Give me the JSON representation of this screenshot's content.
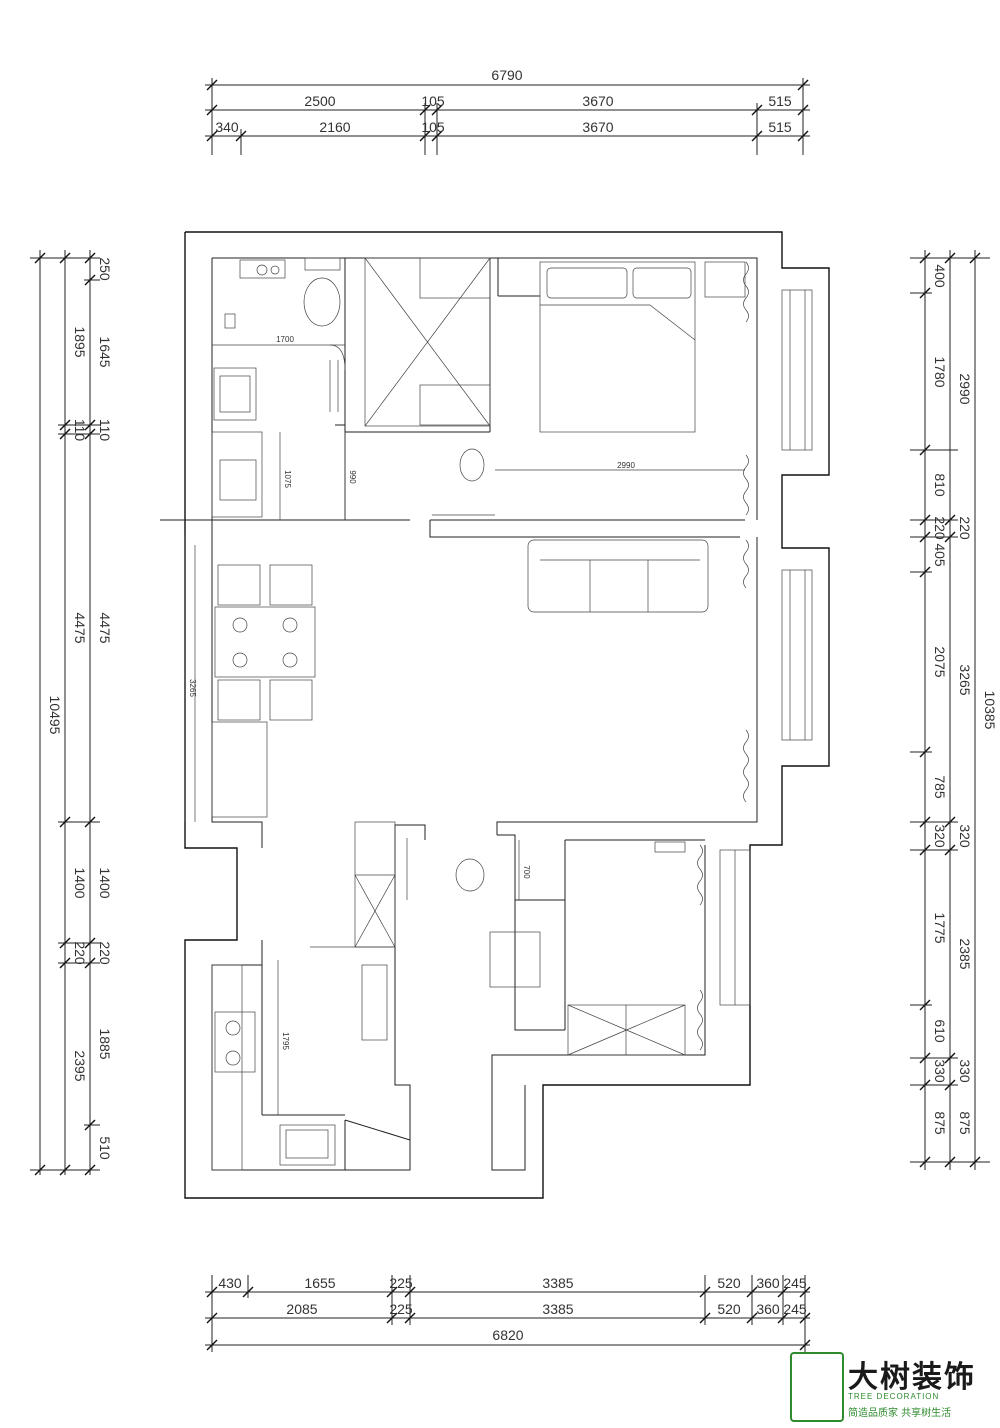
{
  "dims": {
    "top_total": "6790",
    "top_row1": [
      "2500",
      "105",
      "3670",
      "515"
    ],
    "top_row2": [
      "340",
      "2160",
      "105",
      "3670",
      "515"
    ],
    "bottom_row1": [
      "430",
      "1655",
      "225",
      "3385",
      "520",
      "360",
      "245"
    ],
    "bottom_row2": [
      "2085",
      "225",
      "3385",
      "520",
      "360",
      "245"
    ],
    "bottom_total": "6820",
    "left_outer": [
      "10495"
    ],
    "left_mid": [
      "1895",
      "110",
      "4475",
      "1400",
      "220",
      "2395"
    ],
    "left_inner": [
      "250",
      "1645",
      "110",
      "4475",
      "1400",
      "220",
      "1885",
      "510"
    ],
    "right_inner": [
      "400",
      "1780",
      "810",
      "220",
      "405",
      "2075",
      "785",
      "320",
      "1775",
      "610",
      "330",
      "875"
    ],
    "right_mid": [
      "2990",
      "220",
      "3265",
      "320",
      "2385",
      "330",
      "875"
    ],
    "right_outer": [
      "10385"
    ],
    "interior": {
      "d1700": "1700",
      "d2990": "2990",
      "d1075": "1075",
      "d990": "990",
      "d3265": "3265",
      "d700": "700",
      "d1795": "1795"
    }
  },
  "logo": {
    "name_cn": "大树装饰",
    "name_en": "TREE DECORATION",
    "slogan": "简造品质家 共享树生活"
  },
  "colors": {
    "line": "#222222",
    "brand_green": "#2e8b2e"
  }
}
